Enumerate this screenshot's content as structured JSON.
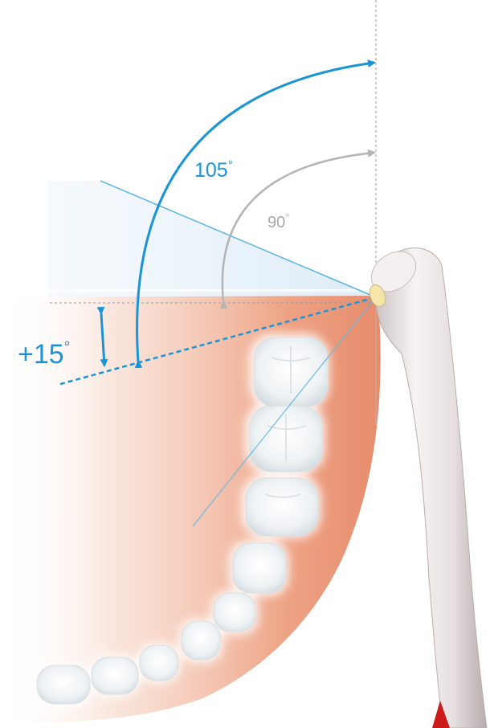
{
  "labels": {
    "angle_105": "105",
    "angle_90": "90",
    "angle_15": "+15",
    "degree_symbol": "°"
  },
  "colors": {
    "accent_blue": "#1a94d6",
    "reference_gray": "#a9a9a9",
    "gum": "#e9997b",
    "tooth": "#e8eef2",
    "device_body": "#e6dfdf",
    "device_tip_red": "#cc1a1a"
  }
}
